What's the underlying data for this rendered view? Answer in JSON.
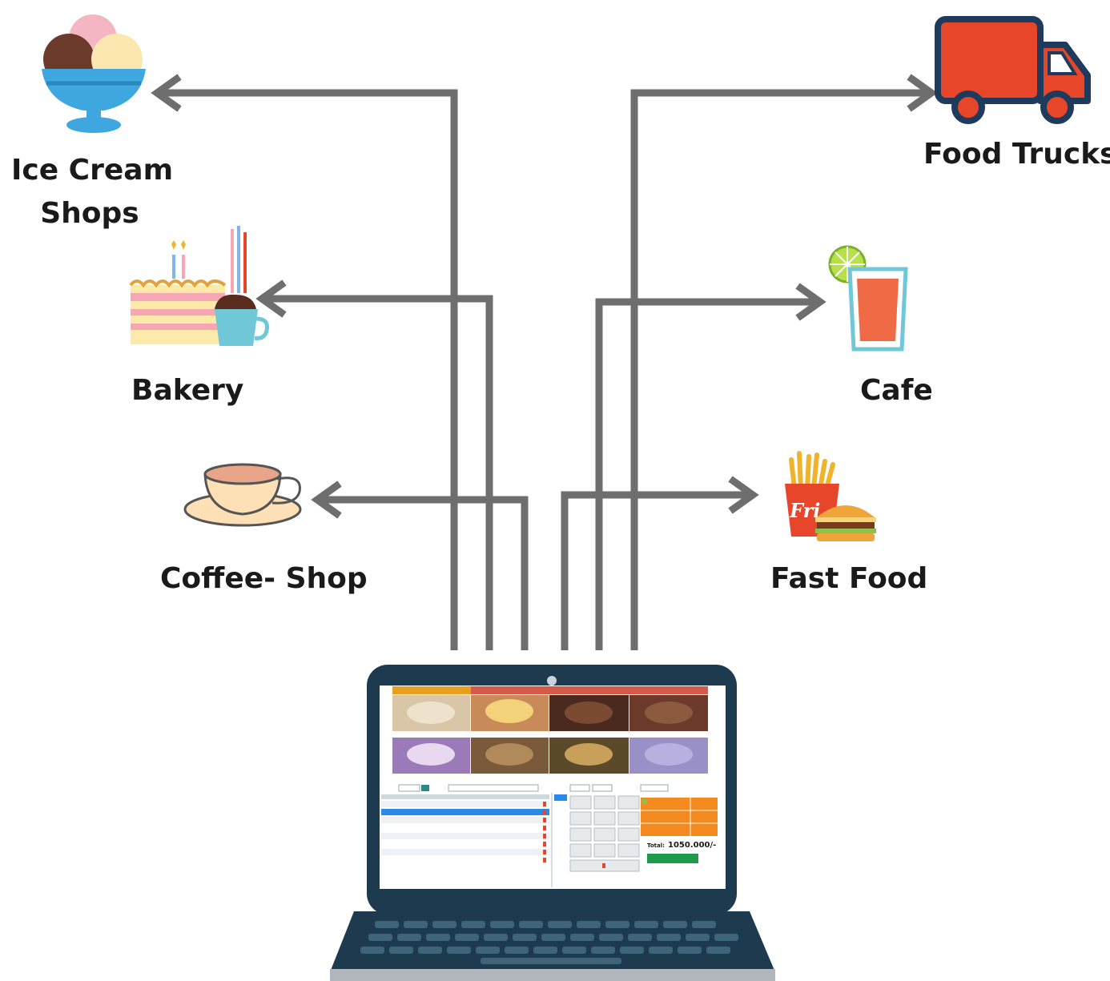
{
  "labels": {
    "ice_cream": [
      "Ice Cream",
      "Shops"
    ],
    "bakery": "Bakery",
    "coffee_shop": "Coffee- Shop",
    "food_trucks": "Food Trucks",
    "cafe": "Cafe",
    "fast_food": "Fast Food"
  },
  "pos_screen": {
    "total_label": "Total:",
    "total_value": "1050.000/-"
  },
  "colors": {
    "connector": "#6e6e6e",
    "laptop_body": "#1e3a4f",
    "truck": "#e8462a",
    "accent_orange": "#f58a1f"
  },
  "icons": [
    "ice-cream-icon",
    "cake-icon",
    "coffee-cup-icon",
    "food-truck-icon",
    "juice-glass-icon",
    "fast-food-icon",
    "laptop-icon"
  ]
}
